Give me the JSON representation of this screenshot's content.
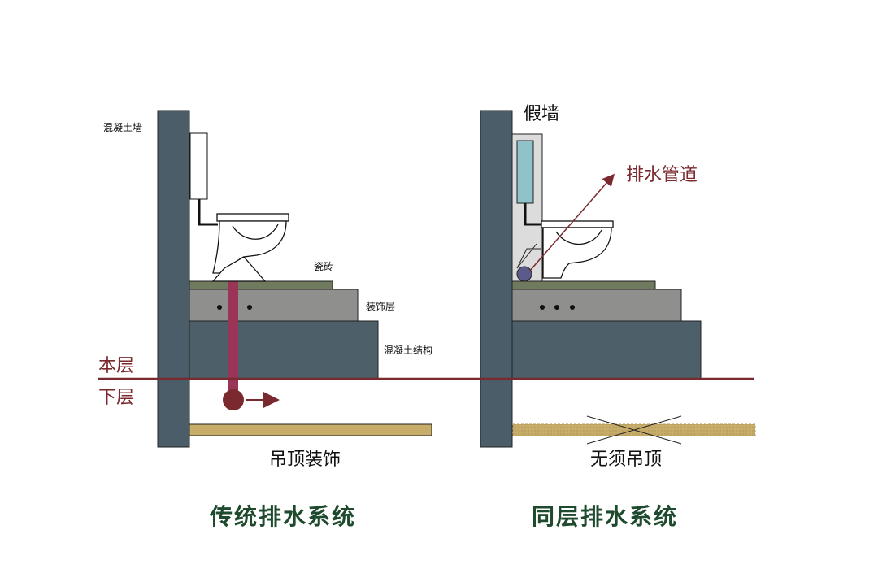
{
  "left": {
    "labels": {
      "concrete_wall": "混凝土墙",
      "tile": "瓷砖",
      "decoration_layer": "装饰层",
      "concrete_structure": "混凝土结构",
      "ceiling": "吊顶装饰"
    },
    "title": "传统排水系统"
  },
  "right": {
    "labels": {
      "false_wall": "假墙",
      "drain_pipe": "排水管道",
      "no_ceiling": "无须吊顶"
    },
    "title": "同层排水系统"
  },
  "floor": {
    "this_floor": "本层",
    "lower_floor": "下层"
  },
  "colors": {
    "wall": "#4a5d68",
    "tile": "#6f7a5e",
    "decoration": "#8f8f8d",
    "structure": "#4d5f69",
    "pipe": "#9b3557",
    "floor_line": "#7a2a2e",
    "ceiling": "#c8ad6a",
    "title": "#1e4a2e"
  }
}
